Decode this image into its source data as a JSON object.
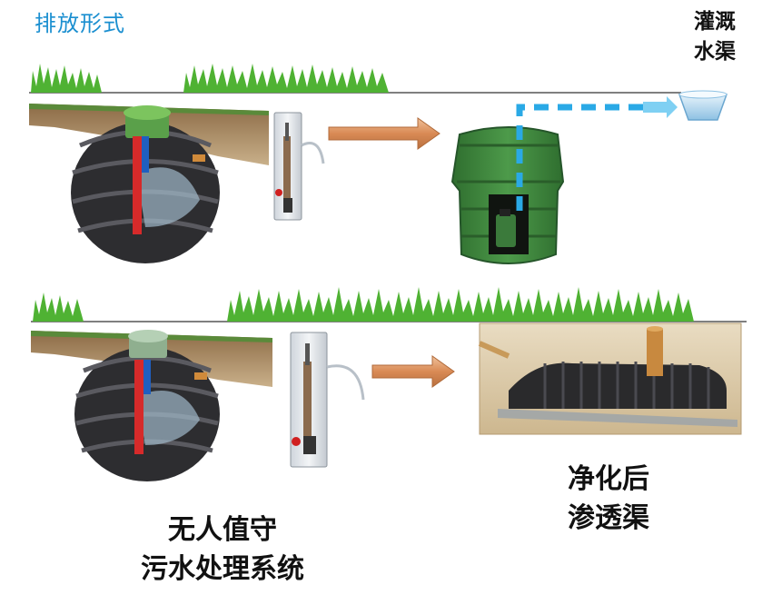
{
  "title": "排放形式",
  "irrigation_channel": {
    "line1": "灌溉",
    "line2": "水渠"
  },
  "system_caption": {
    "line1": "无人值守",
    "line2": "污水处理系统"
  },
  "infiltration_caption": {
    "line1": "净化后",
    "line2": "渗透渠"
  },
  "colors": {
    "title_blue": "#1b8fd0",
    "water_blue": "#2aa9e6",
    "arrow_orange": "#e0a070",
    "tank_green": "#3e8a3e",
    "grass_green": "#4fb233",
    "soil_brown": "#9a7a55"
  }
}
